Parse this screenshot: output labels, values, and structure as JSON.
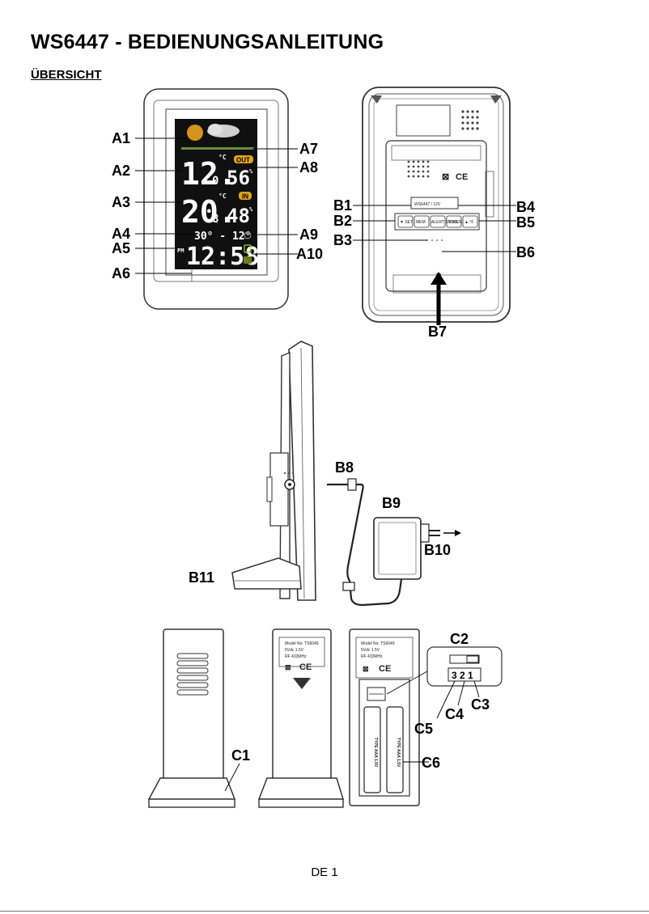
{
  "page": {
    "title": "WS6447 - BEDIENUNGSANLEITUNG",
    "section": "ÜBERSICHT",
    "footer": "DE 1"
  },
  "display": {
    "out_temp": "12.",
    "out_temp_dec": "0",
    "out_hum": "56",
    "in_temp": "20.",
    "in_temp_dec": "8",
    "in_hum": "48",
    "badge_out": "OUT",
    "badge_in": "IN",
    "minmax": "30° - 12°",
    "pm": "PM",
    "clock": "12:58",
    "unit_c": "°C",
    "unit_pct": "%"
  },
  "back": {
    "model_text": "WS6447 / 12V",
    "btn_labels": [
      "▼ SET",
      "MEM",
      "ALERT SNOOZE",
      "TIME",
      "▲ °F"
    ]
  },
  "sensor": {
    "sticker": [
      "Model No: TS6049",
      "5Vdc 1.5V",
      "RF 433MHz"
    ],
    "battery": [
      "TYPE AAA 1.5V",
      "TYPE AAA 1.5V"
    ],
    "switch_nums": "3 2 1"
  },
  "callouts": {
    "A1": "A1",
    "A2": "A2",
    "A3": "A3",
    "A4": "A4",
    "A5": "A5",
    "A6": "A6",
    "A7": "A7",
    "A8": "A8",
    "A9": "A9",
    "A10": "A10",
    "B1": "B1",
    "B2": "B2",
    "B3": "B3",
    "B4": "B4",
    "B5": "B5",
    "B6": "B6",
    "B7": "B7",
    "B8": "B8",
    "B9": "B9",
    "B10": "B10",
    "B11": "B11",
    "C1": "C1",
    "C2": "C2",
    "C3": "C3",
    "C4": "C4",
    "C5": "C5",
    "C6": "C6"
  }
}
